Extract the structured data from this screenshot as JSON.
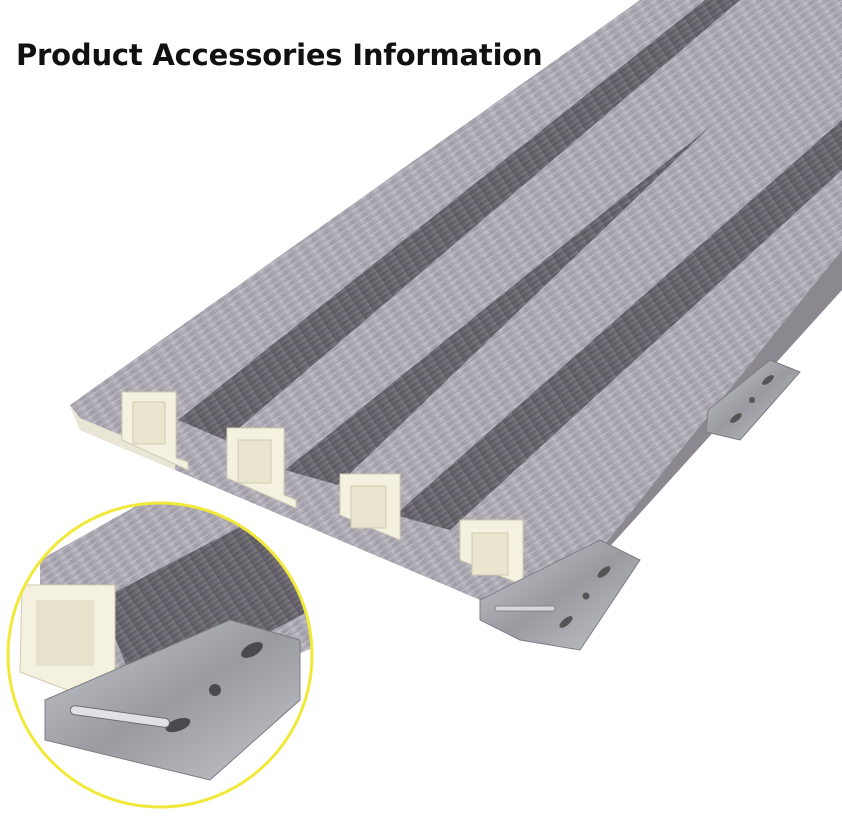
{
  "title": "Product Accessories Information",
  "colors": {
    "wood_light": "#b7b4bc",
    "wood_mid": "#9d99a3",
    "wood_dark": "#6e6a73",
    "groove": "#4f4c54",
    "profile_core": "#f4f1e0",
    "metal": "#a9aaaf",
    "inset_border": "#f2e83a"
  },
  "parts": [
    "wpc-fluted-wall-panel",
    "metal-mounting-clip"
  ]
}
